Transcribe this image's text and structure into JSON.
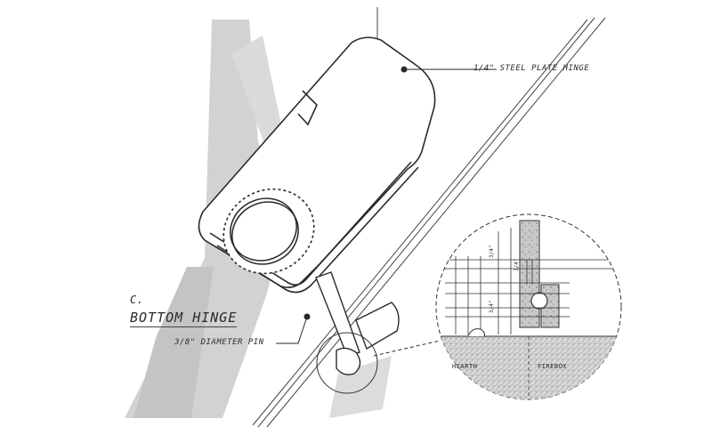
{
  "callouts": {
    "plate_hinge": "1/4\" STEEL PLATE HINGE",
    "pin": "3/8\" DIAMETER PIN"
  },
  "detail": {
    "letter": "C.",
    "title": "BOTTOM HINGE"
  },
  "inset": {
    "left_label": "HEARTH",
    "right_label": "FIREBOX",
    "dims": [
      "3/4\"",
      "1/4\"",
      "3/4\""
    ]
  },
  "colors": {
    "ink": "#2a2a2a",
    "shadow": "#cfcfcf",
    "hatch": "#8a8a8a"
  }
}
